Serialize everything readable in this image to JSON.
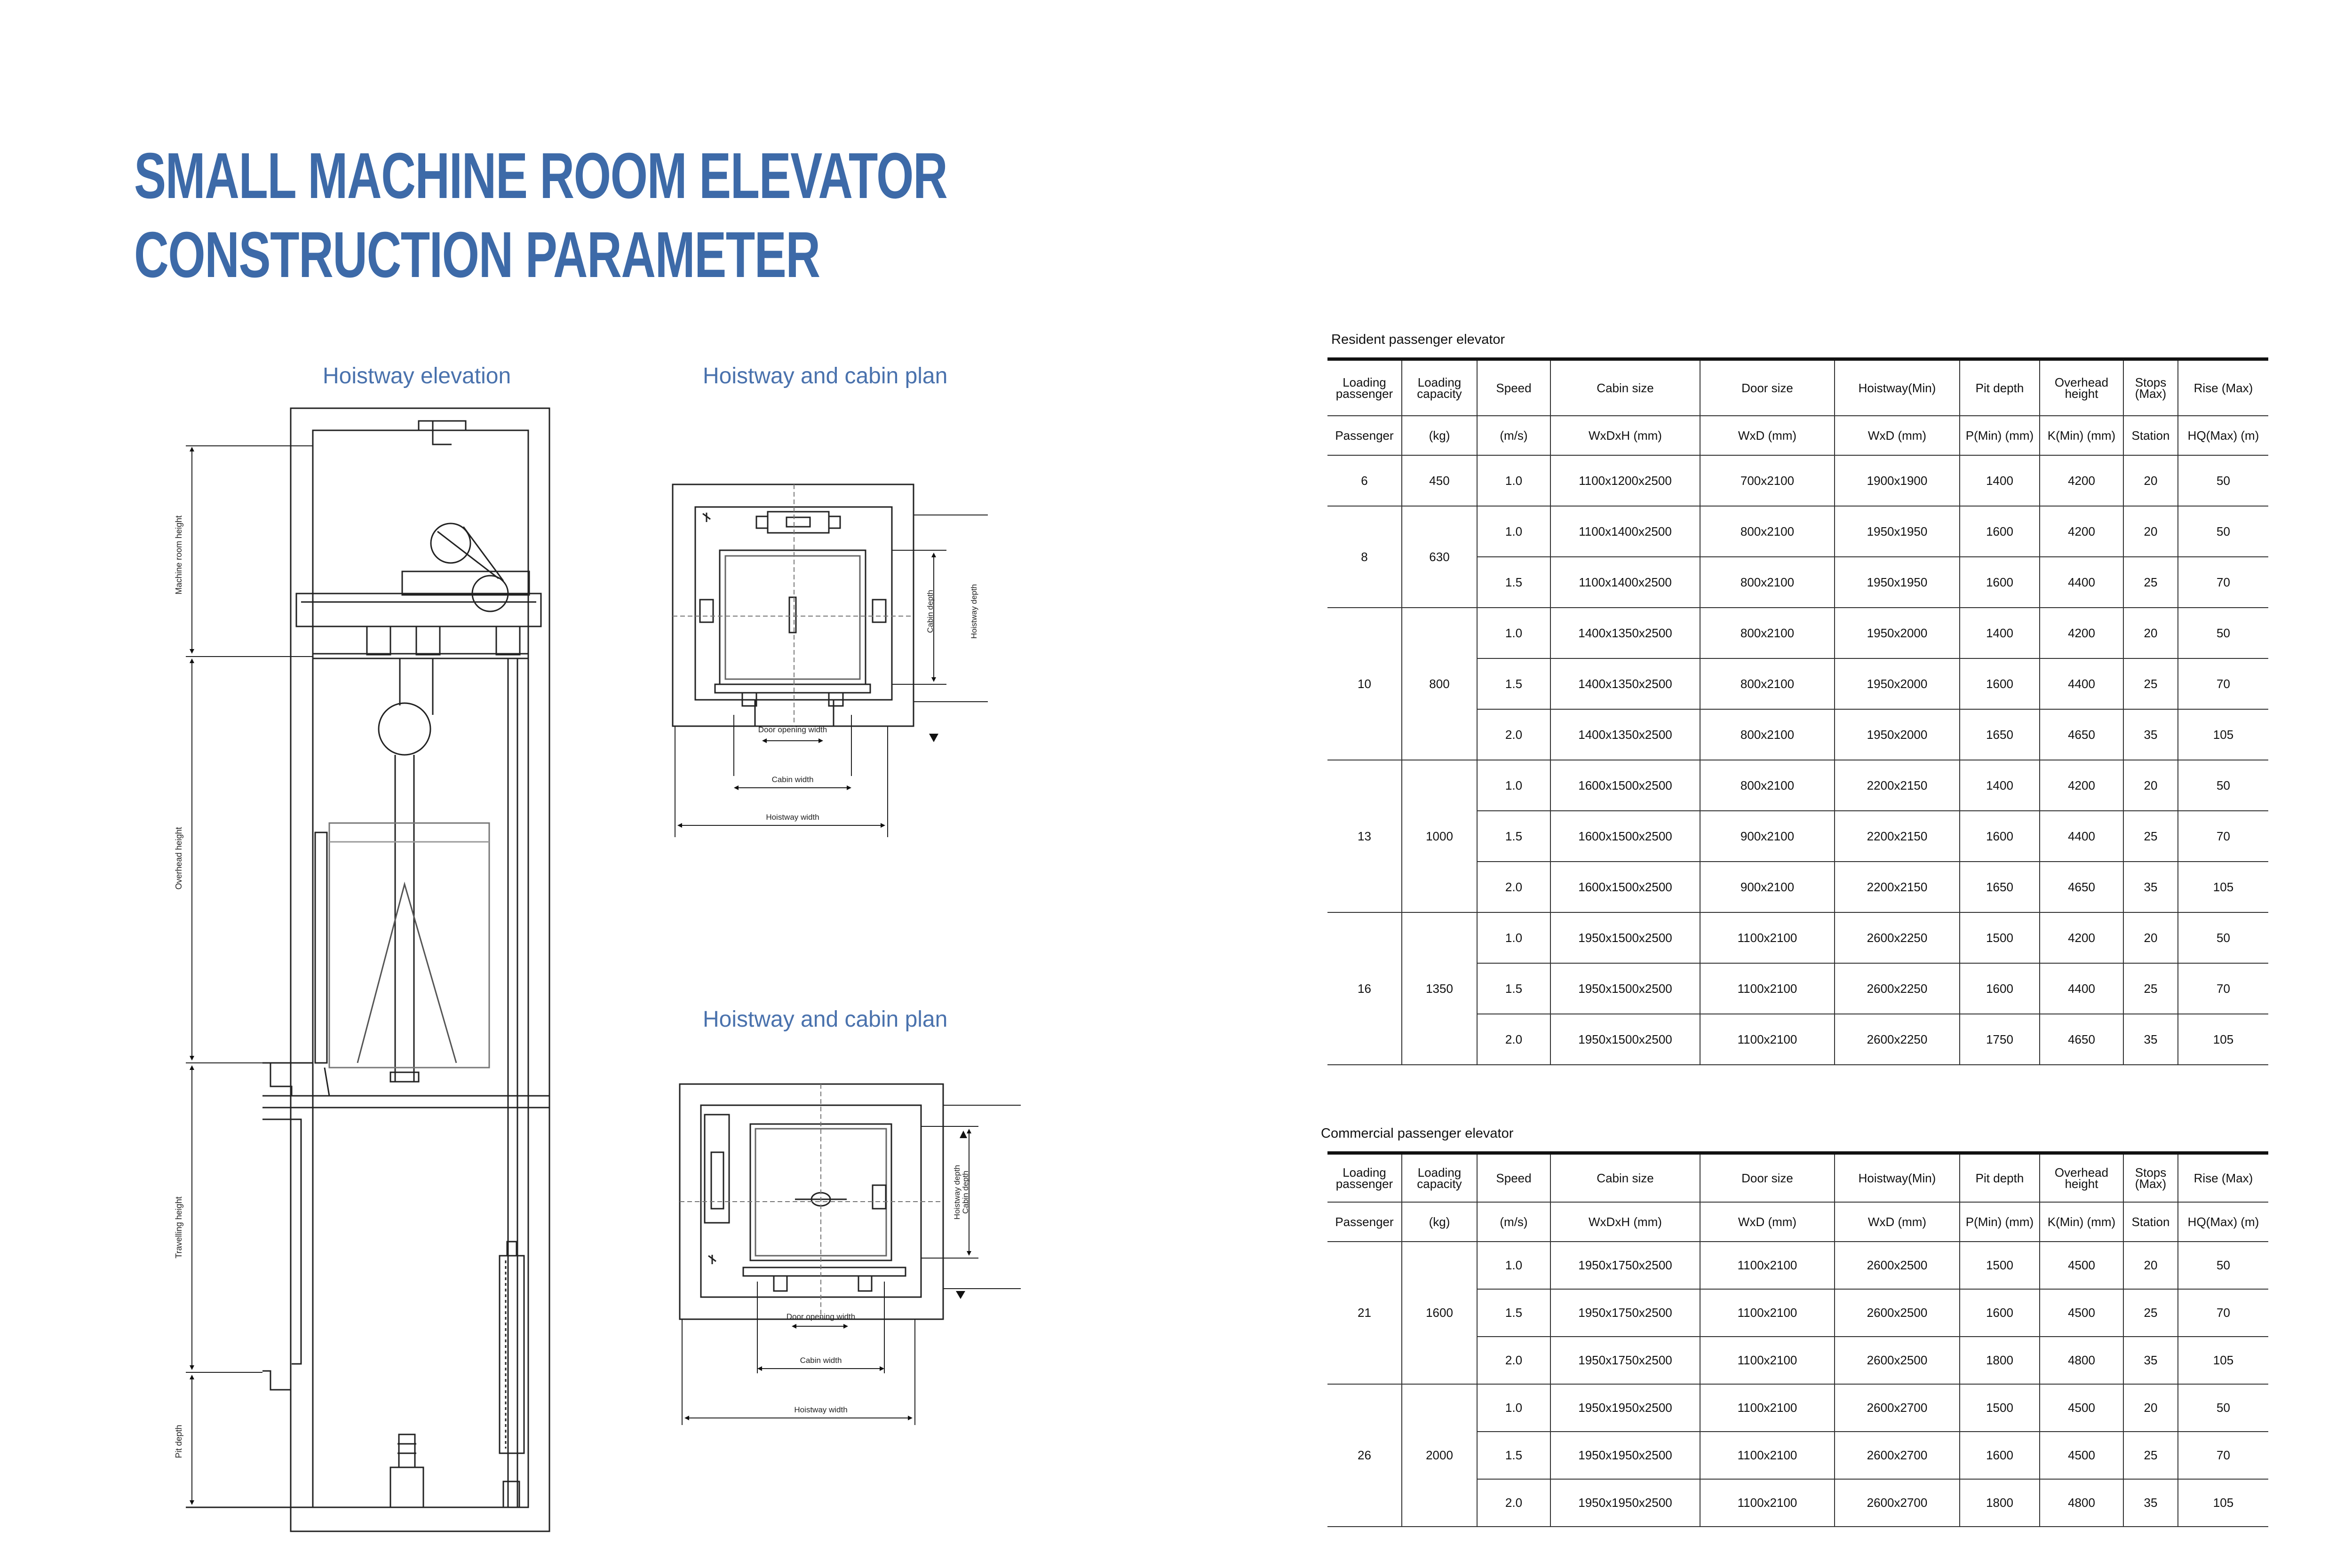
{
  "title": {
    "line1": "SMALL MACHINE ROOM ELEVATOR",
    "line2": "CONSTRUCTION PARAMETER"
  },
  "drawings": {
    "elevation_caption": "Hoistway elevation",
    "plan1_caption": "Hoistway and cabin plan",
    "plan2_caption": "Hoistway and cabin plan",
    "labels": {
      "machine_room_height": "Machine room height",
      "overhead_height": "Overhead height",
      "travelling_height": "Travelling height",
      "pit_depth": "Pit depth",
      "door_opening_width": "Door opening width",
      "cabin_width": "Cabin width",
      "hoistway_width": "Hoistway width",
      "cabin_depth": "Cabin depth",
      "hoistway_depth": "Hoistway depth"
    }
  },
  "headers": {
    "row1": [
      "Loading passenger",
      "Loading capacity",
      "Speed",
      "Cabin size",
      "Door size",
      "Hoistway(Min)",
      "Pit depth",
      "Overhead height",
      "Stops (Max)",
      "Rise (Max)"
    ],
    "row2": [
      "Passenger",
      "(kg)",
      "(m/s)",
      "WxDxH (mm)",
      "WxD (mm)",
      "WxD (mm)",
      "P(Min) (mm)",
      "K(Min) (mm)",
      "Station",
      "HQ(Max) (m)"
    ]
  },
  "resident": {
    "caption": "Resident passenger elevator",
    "groups": [
      {
        "passenger": "6",
        "capacity": "450",
        "rows": [
          {
            "speed": "1.0",
            "cabin": "1100x1200x2500",
            "door": "700x2100",
            "hoistway": "1900x1900",
            "pit": "1400",
            "overhead": "4200",
            "stops": "20",
            "rise": "50"
          }
        ]
      },
      {
        "passenger": "8",
        "capacity": "630",
        "rows": [
          {
            "speed": "1.0",
            "cabin": "1100x1400x2500",
            "door": "800x2100",
            "hoistway": "1950x1950",
            "pit": "1600",
            "overhead": "4200",
            "stops": "20",
            "rise": "50"
          },
          {
            "speed": "1.5",
            "cabin": "1100x1400x2500",
            "door": "800x2100",
            "hoistway": "1950x1950",
            "pit": "1600",
            "overhead": "4400",
            "stops": "25",
            "rise": "70"
          }
        ]
      },
      {
        "passenger": "10",
        "capacity": "800",
        "rows": [
          {
            "speed": "1.0",
            "cabin": "1400x1350x2500",
            "door": "800x2100",
            "hoistway": "1950x2000",
            "pit": "1400",
            "overhead": "4200",
            "stops": "20",
            "rise": "50"
          },
          {
            "speed": "1.5",
            "cabin": "1400x1350x2500",
            "door": "800x2100",
            "hoistway": "1950x2000",
            "pit": "1600",
            "overhead": "4400",
            "stops": "25",
            "rise": "70"
          },
          {
            "speed": "2.0",
            "cabin": "1400x1350x2500",
            "door": "800x2100",
            "hoistway": "1950x2000",
            "pit": "1650",
            "overhead": "4650",
            "stops": "35",
            "rise": "105"
          }
        ]
      },
      {
        "passenger": "13",
        "capacity": "1000",
        "rows": [
          {
            "speed": "1.0",
            "cabin": "1600x1500x2500",
            "door": "800x2100",
            "hoistway": "2200x2150",
            "pit": "1400",
            "overhead": "4200",
            "stops": "20",
            "rise": "50"
          },
          {
            "speed": "1.5",
            "cabin": "1600x1500x2500",
            "door": "900x2100",
            "hoistway": "2200x2150",
            "pit": "1600",
            "overhead": "4400",
            "stops": "25",
            "rise": "70"
          },
          {
            "speed": "2.0",
            "cabin": "1600x1500x2500",
            "door": "900x2100",
            "hoistway": "2200x2150",
            "pit": "1650",
            "overhead": "4650",
            "stops": "35",
            "rise": "105"
          }
        ]
      },
      {
        "passenger": "16",
        "capacity": "1350",
        "rows": [
          {
            "speed": "1.0",
            "cabin": "1950x1500x2500",
            "door": "1100x2100",
            "hoistway": "2600x2250",
            "pit": "1500",
            "overhead": "4200",
            "stops": "20",
            "rise": "50"
          },
          {
            "speed": "1.5",
            "cabin": "1950x1500x2500",
            "door": "1100x2100",
            "hoistway": "2600x2250",
            "pit": "1600",
            "overhead": "4400",
            "stops": "25",
            "rise": "70"
          },
          {
            "speed": "2.0",
            "cabin": "1950x1500x2500",
            "door": "1100x2100",
            "hoistway": "2600x2250",
            "pit": "1750",
            "overhead": "4650",
            "stops": "35",
            "rise": "105"
          }
        ]
      }
    ]
  },
  "commercial": {
    "caption": "Commercial passenger elevator",
    "groups": [
      {
        "passenger": "21",
        "capacity": "1600",
        "rows": [
          {
            "speed": "1.0",
            "cabin": "1950x1750x2500",
            "door": "1100x2100",
            "hoistway": "2600x2500",
            "pit": "1500",
            "overhead": "4500",
            "stops": "20",
            "rise": "50"
          },
          {
            "speed": "1.5",
            "cabin": "1950x1750x2500",
            "door": "1100x2100",
            "hoistway": "2600x2500",
            "pit": "1600",
            "overhead": "4500",
            "stops": "25",
            "rise": "70"
          },
          {
            "speed": "2.0",
            "cabin": "1950x1750x2500",
            "door": "1100x2100",
            "hoistway": "2600x2500",
            "pit": "1800",
            "overhead": "4800",
            "stops": "35",
            "rise": "105"
          }
        ]
      },
      {
        "passenger": "26",
        "capacity": "2000",
        "rows": [
          {
            "speed": "1.0",
            "cabin": "1950x1950x2500",
            "door": "1100x2100",
            "hoistway": "2600x2700",
            "pit": "1500",
            "overhead": "4500",
            "stops": "20",
            "rise": "50"
          },
          {
            "speed": "1.5",
            "cabin": "1950x1950x2500",
            "door": "1100x2100",
            "hoistway": "2600x2700",
            "pit": "1600",
            "overhead": "4500",
            "stops": "25",
            "rise": "70"
          },
          {
            "speed": "2.0",
            "cabin": "1950x1950x2500",
            "door": "1100x2100",
            "hoistway": "2600x2700",
            "pit": "1800",
            "overhead": "4800",
            "stops": "35",
            "rise": "105"
          }
        ]
      }
    ]
  }
}
